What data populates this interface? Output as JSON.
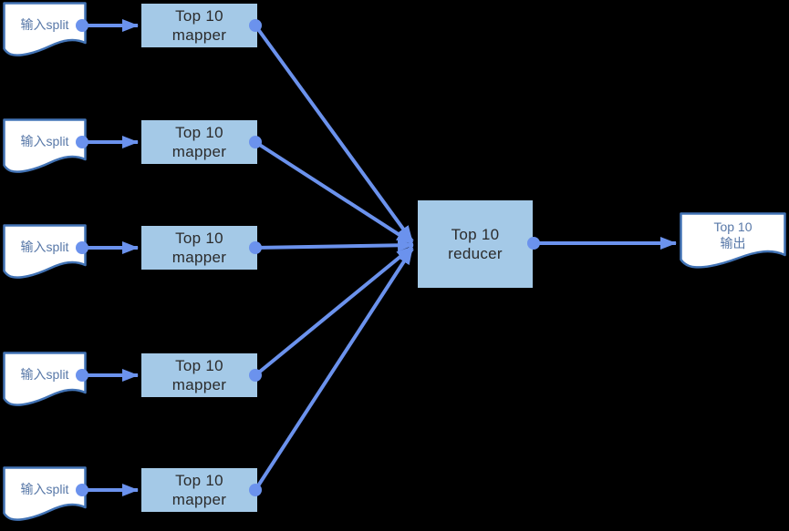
{
  "colors": {
    "background": "#000000",
    "connector": "#6b92ed",
    "node_fill": "#a4c9e7",
    "doc_fill": "#ffffff",
    "doc_border": "#4273b5",
    "doc_text": "#5878a8",
    "node_text": "#2b2b2b"
  },
  "nodes": {
    "inputs": [
      {
        "label": "输入split"
      },
      {
        "label": "输入split"
      },
      {
        "label": "输入split"
      },
      {
        "label": "输入split"
      },
      {
        "label": "输入split"
      }
    ],
    "mappers": [
      {
        "line1": "Top 10",
        "line2": "mapper"
      },
      {
        "line1": "Top 10",
        "line2": "mapper"
      },
      {
        "line1": "Top 10",
        "line2": "mapper"
      },
      {
        "line1": "Top 10",
        "line2": "mapper"
      },
      {
        "line1": "Top 10",
        "line2": "mapper"
      }
    ],
    "reducer": {
      "line1": "Top 10",
      "line2": "reducer"
    },
    "output": {
      "line1": "Top 10",
      "line2": "输出"
    }
  }
}
